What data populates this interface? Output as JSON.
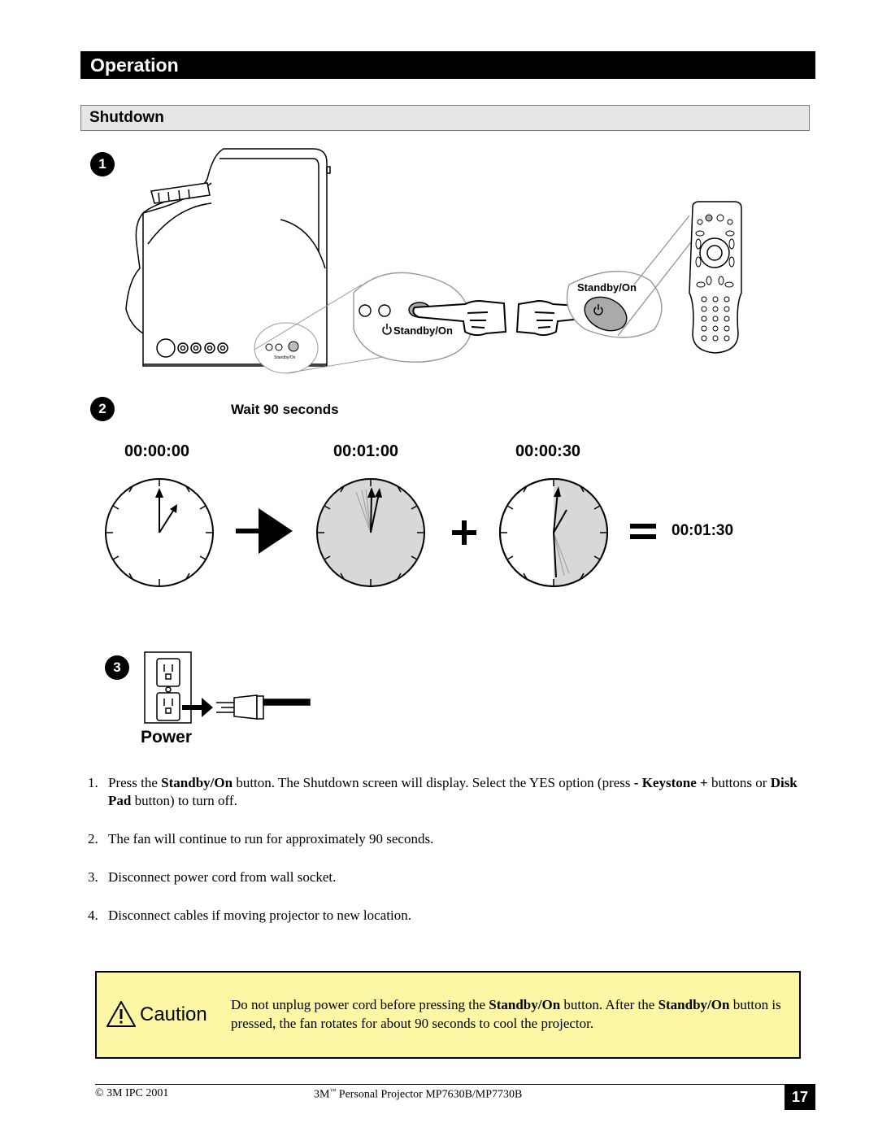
{
  "header": {
    "section_title": "Operation",
    "subsection_title": "Shutdown"
  },
  "illustration": {
    "step1_number": "1",
    "step2_number": "2",
    "step3_number": "3",
    "standby_label_remote": "Standby/On",
    "standby_label_panel": "Standby/On",
    "standby_label_projector": "Standby/On",
    "wait_label": "Wait 90 seconds",
    "time_start": "00:00:00",
    "time_after_1min": "00:01:00",
    "time_plus_30s": "00:00:30",
    "time_total": "00:01:30",
    "power_label": "Power"
  },
  "steps": [
    {
      "num": "1.",
      "pre": "Press the ",
      "b1": "Standby/On",
      "mid": " button. The Shutdown screen will display. Select the YES option (press ",
      "b2": "- Keystone +",
      "mid2": " buttons or ",
      "b3": "Disk Pad",
      "post": " button) to turn off."
    },
    {
      "num": "2.",
      "text": "The fan will continue to run for approximately 90 seconds."
    },
    {
      "num": "3.",
      "text": "Disconnect power cord from wall socket."
    },
    {
      "num": "4.",
      "text": "Disconnect cables if moving projector to new location."
    }
  ],
  "caution": {
    "label": "Caution",
    "pre": "Do not unplug power cord before pressing the ",
    "b1": "Standby/On",
    "mid": " button. After the ",
    "b2": "Standby/On",
    "post": " button is pressed, the fan rotates for about 90 seconds to cool the projector."
  },
  "footer": {
    "copyright": "© 3M IPC 2001",
    "product_brand": "3M",
    "product_tm": "™",
    "product_name": " Personal Projector MP7630B/MP7730B",
    "page_number": "17"
  }
}
